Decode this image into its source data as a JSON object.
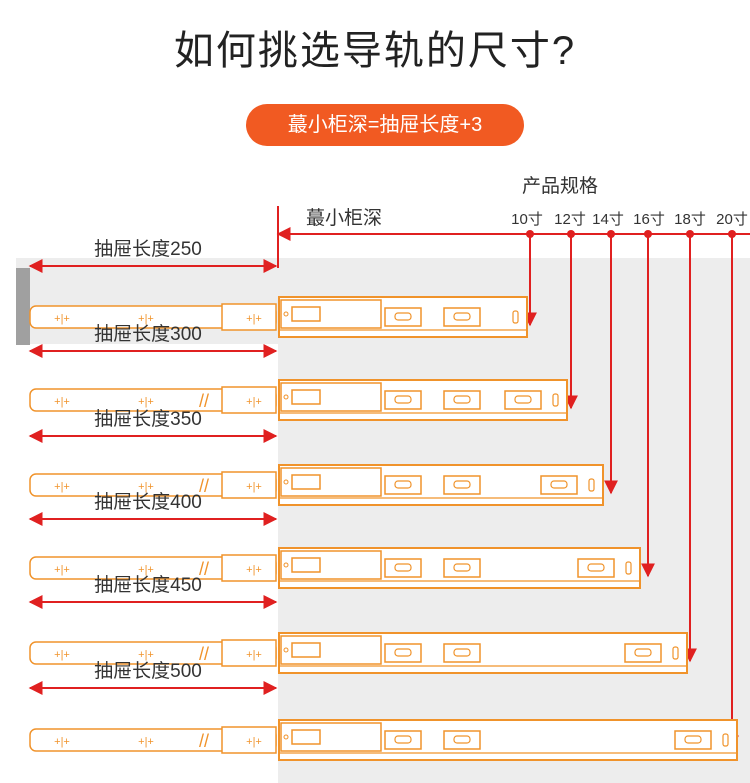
{
  "title": "如何挑选导轨的尺寸?",
  "formula": "蕞小柜深=抽屉长度+3",
  "product_spec_label": "产品规格",
  "min_depth_label": "蕞小柜深",
  "sizes": [
    "10寸",
    "12寸",
    "14寸",
    "16寸",
    "18寸",
    "20寸"
  ],
  "drawers": [
    "抽屉长度250",
    "抽屉长度300",
    "抽屉长度350",
    "抽屉长度400",
    "抽屉长度450",
    "抽屉长度500"
  ],
  "colors": {
    "accent": "#f15a22",
    "rail": "#f0932b",
    "arrow": "#e02020",
    "panel": "#ededed"
  }
}
